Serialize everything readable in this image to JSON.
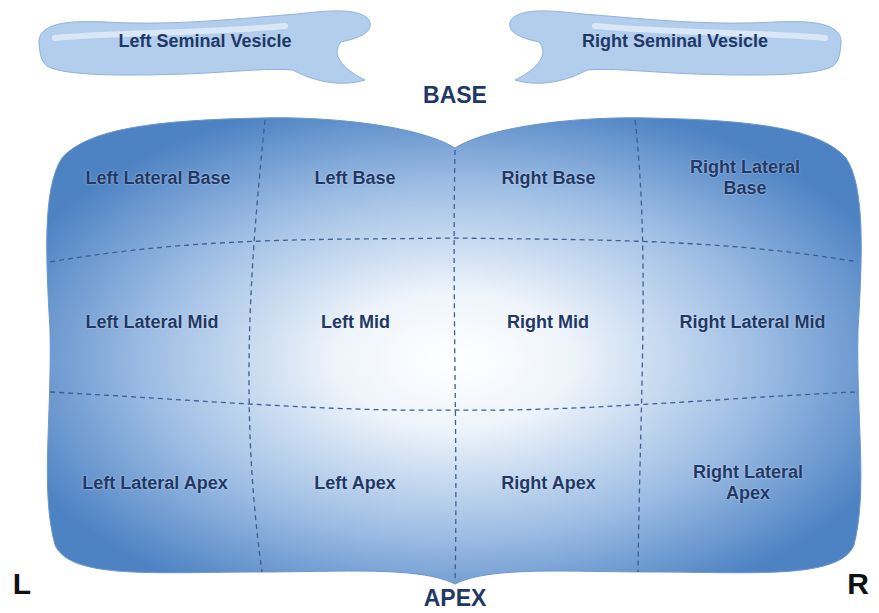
{
  "diagram": {
    "nodes": [
      {
        "text": [
          "Left Seminal Vesicle"
        ]
      },
      {
        "text": [
          "Right Seminal Vesicle"
        ]
      },
      {
        "text": [
          "Left Lateral Base"
        ]
      },
      {
        "text": [
          "Left Base"
        ]
      },
      {
        "text": [
          "Right Base"
        ]
      },
      {
        "text": [
          "Right Lateral Base"
        ]
      },
      {
        "text": [
          "Left Lateral Mid"
        ]
      },
      {
        "text": [
          "Left Mid"
        ]
      },
      {
        "text": [
          "Right Mid"
        ]
      },
      {
        "text": [
          "Right Lateral Mid"
        ]
      },
      {
        "text": [
          "Left Lateral Apex"
        ]
      },
      {
        "text": [
          "Left Apex"
        ]
      },
      {
        "text": [
          "Right Apex"
        ]
      },
      {
        "text": [
          "Right Lateral Apex"
        ]
      }
    ],
    "labels": [
      "BASE",
      "APEX",
      "L",
      "R"
    ]
  }
}
